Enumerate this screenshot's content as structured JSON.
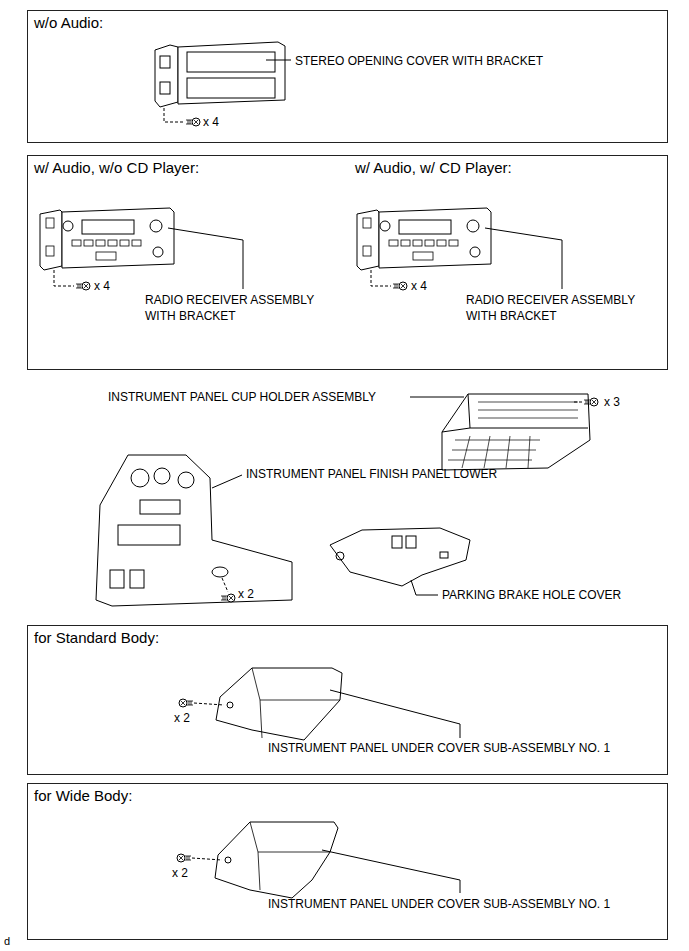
{
  "diagram": {
    "nodes": [
      {
        "text": [
          "w/o Audio:"
        ]
      },
      {
        "text": [
          "w/ Audio, w/o CD Player:",
          "w/ Audio, w/ CD Player:"
        ]
      },
      {
        "text": [
          "for Standard Body:"
        ]
      },
      {
        "text": [
          "for Wide Body:"
        ]
      }
    ],
    "labels": [
      "STEREO OPENING COVER WITH BRACKET",
      "x 4",
      "x 4",
      "RADIO RECEIVER ASSEMBLY WITH BRACKET",
      "x 4",
      "RADIO RECEIVER ASSEMBLY WITH BRACKET",
      "INSTRUMENT PANEL CUP HOLDER ASSEMBLY",
      "x 3",
      "INSTRUMENT PANEL FINISH PANEL LOWER",
      "x 2",
      "PARKING BRAKE HOLE COVER",
      "x 2",
      "INSTRUMENT PANEL UNDER COVER SUB-ASSEMBLY NO. 1",
      "x 2",
      "INSTRUMENT PANEL UNDER COVER SUB-ASSEMBLY NO. 1",
      "d"
    ]
  }
}
